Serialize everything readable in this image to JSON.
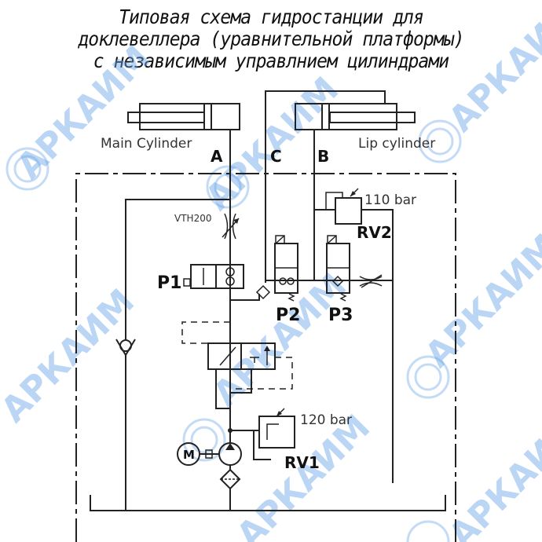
{
  "title": {
    "line1": "Типовая схема гидростанции для",
    "line2": "доклевеллера (уравнительной платформы)",
    "line3": "с независимым управлнием цилиндрами"
  },
  "labels": {
    "main_cylinder": "Main Cylinder",
    "lip_cylinder": "Lip cylinder",
    "port_a": "A",
    "port_b": "B",
    "port_c": "C",
    "throttle": "VTH200",
    "p1": "P1",
    "p2": "P2",
    "p3": "P3",
    "rv1": "RV1",
    "rv2": "RV2",
    "rv1_pressure": "120 bar",
    "rv2_pressure": "110 bar",
    "motor": "M"
  },
  "watermark": "АРКАИМ",
  "colors": {
    "line": "#222222",
    "watermark": "#6aa6e8"
  }
}
